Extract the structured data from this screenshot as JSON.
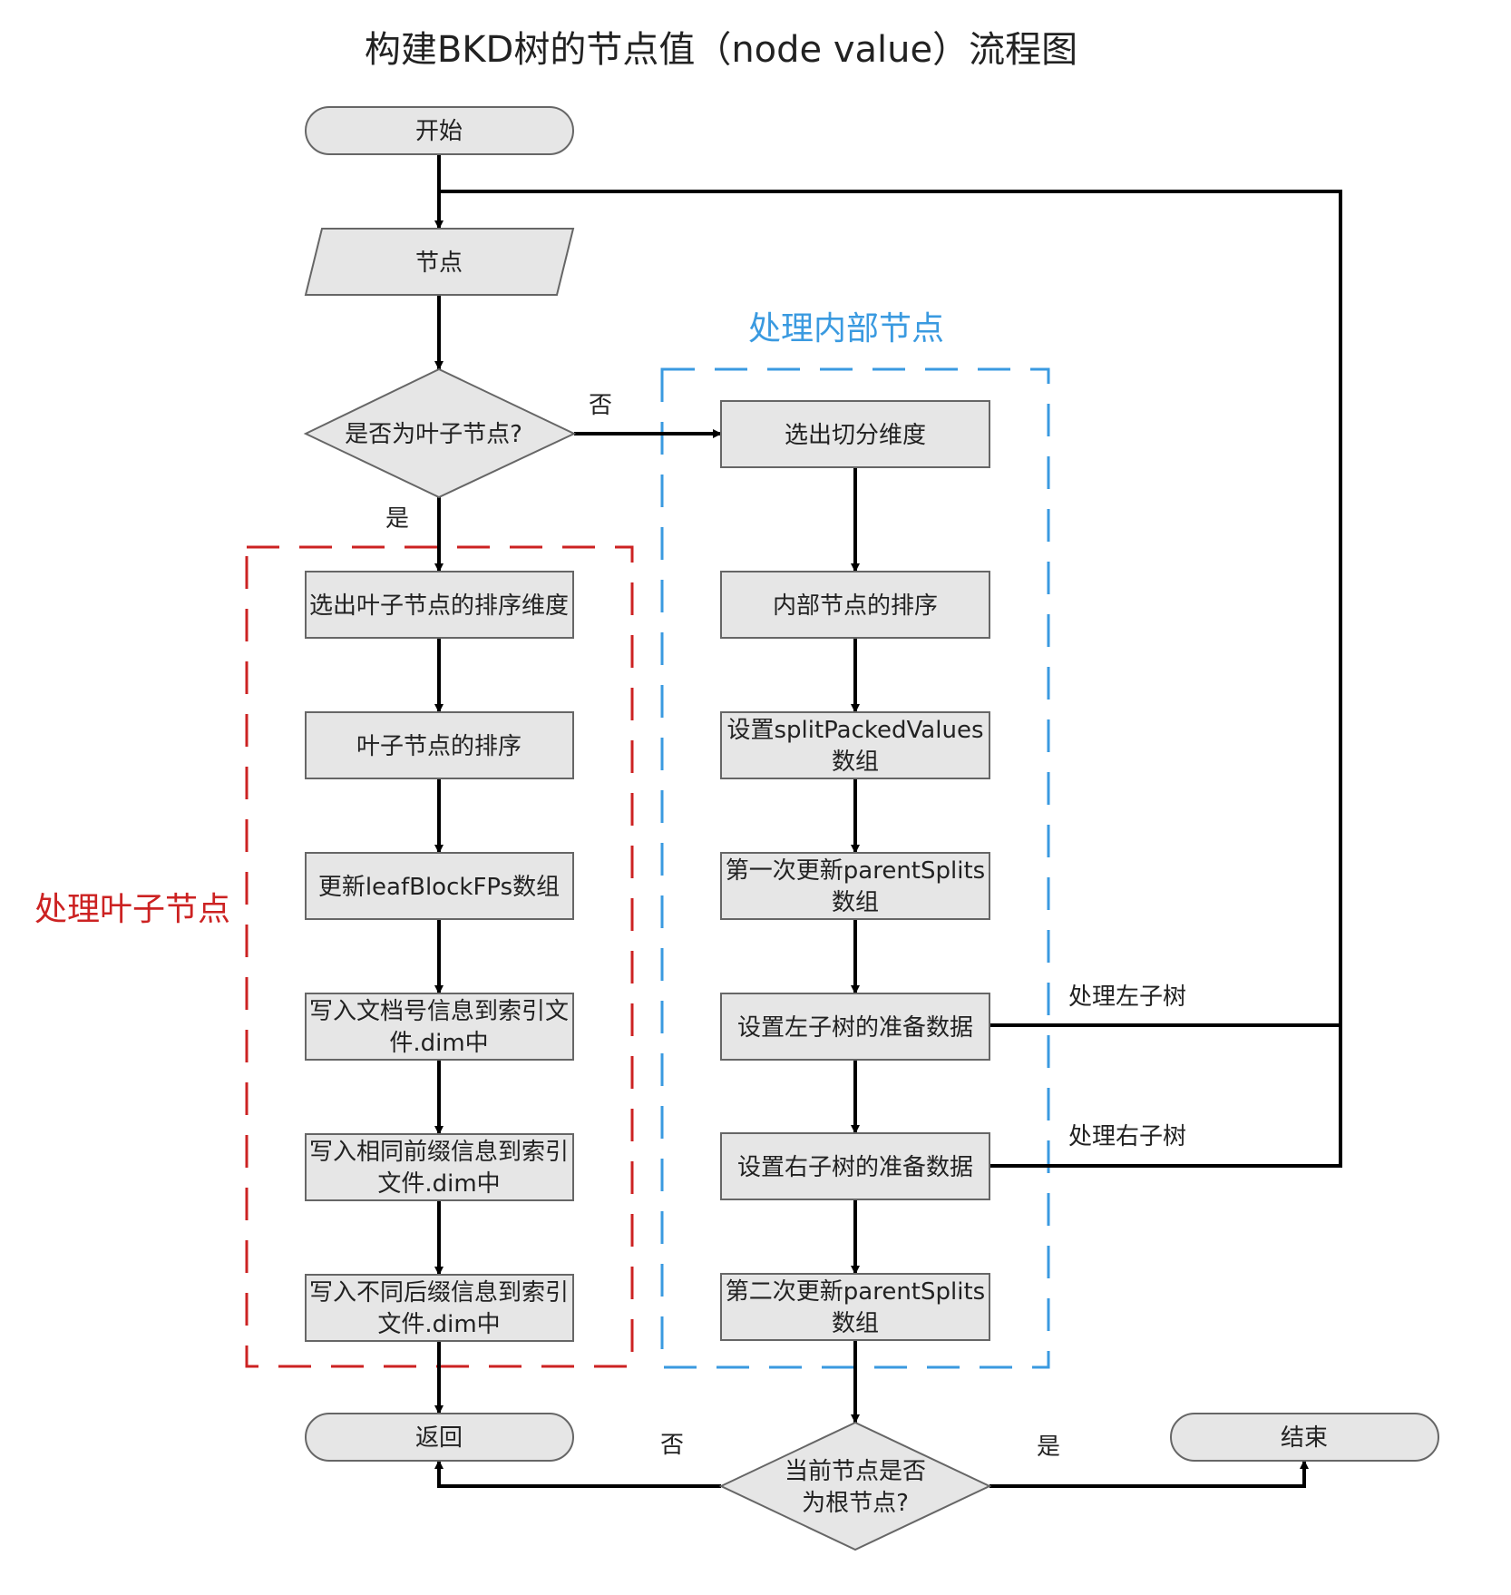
{
  "title": "构建BKD树的节点值（node value）流程图",
  "colors": {
    "node_fill": "#e6e6e6",
    "node_stroke": "#666666",
    "edge": "#000000",
    "leaf_group": "#cc2222",
    "internal_group": "#3a9ae0"
  },
  "groups": {
    "leaf": {
      "label": "处理叶子节点"
    },
    "internal": {
      "label": "处理内部节点"
    }
  },
  "nodes": {
    "start": "开始",
    "node": "节点",
    "is_leaf": "是否为叶子节点?",
    "leaf_sort_dim": "选出叶子节点的排序维度",
    "leaf_sort": "叶子节点的排序",
    "update_fp": "更新leafBlockFPs数组",
    "write_doc": [
      "写入文档号信息到索引文",
      "件.dim中"
    ],
    "write_prefix": [
      "写入相同前缀信息到索引",
      "文件.dim中"
    ],
    "write_suffix": [
      "写入不同后缀信息到索引",
      "文件.dim中"
    ],
    "split_dim": "选出切分维度",
    "inner_sort": "内部节点的排序",
    "set_split": [
      "设置splitPackedValues",
      "数组"
    ],
    "update_parent1": [
      "第一次更新parentSplits",
      "数组"
    ],
    "prep_left": "设置左子树的准备数据",
    "prep_right": "设置右子树的准备数据",
    "update_parent2": [
      "第二次更新parentSplits",
      "数组"
    ],
    "return": "返回",
    "is_root": [
      "当前节点是否",
      "为根节点?"
    ],
    "end": "结束"
  },
  "edge_labels": {
    "no_top": "否",
    "yes_left": "是",
    "left_subtree": "处理左子树",
    "right_subtree": "处理右子树",
    "no_bottom": "否",
    "yes_bottom": "是"
  }
}
